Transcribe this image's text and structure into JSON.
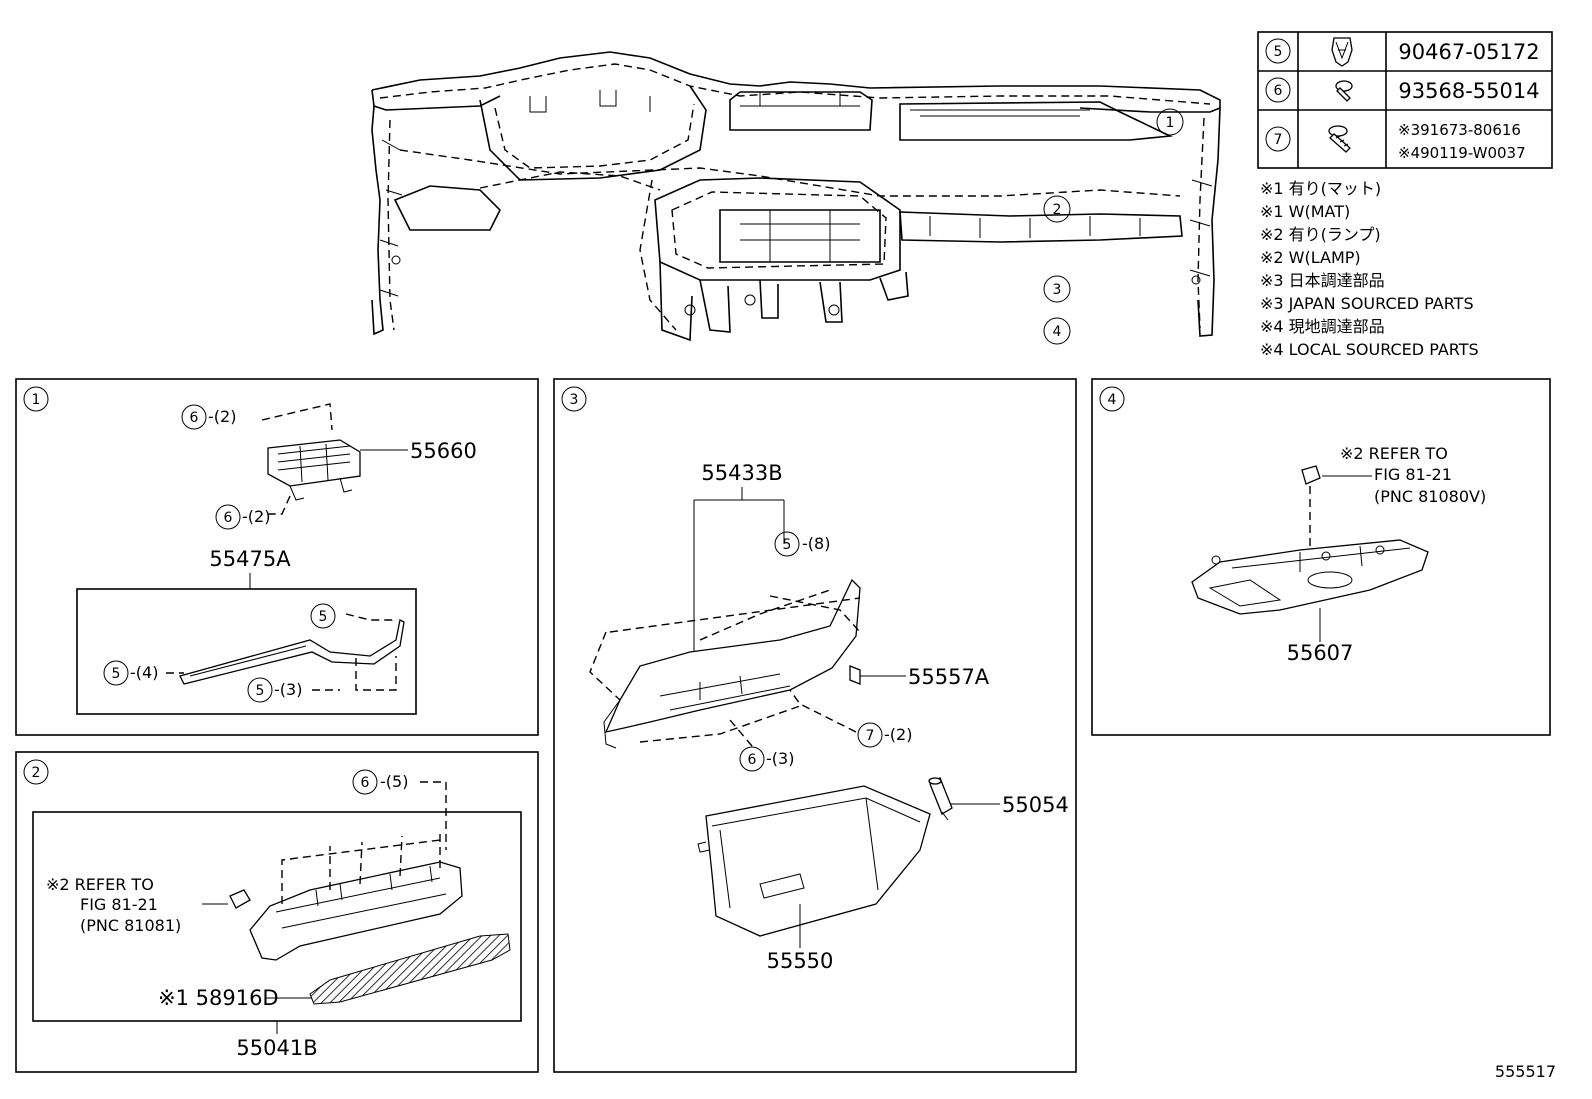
{
  "fasteners": [
    {
      "ref": "5",
      "part": "90467-05172",
      "icon": "clip-icon"
    },
    {
      "ref": "6",
      "part": "93568-55014",
      "icon": "screw-icon"
    },
    {
      "ref": "7",
      "part_lines": [
        "※391673-80616",
        "※490119-W0037"
      ],
      "icon": "bolt-icon"
    }
  ],
  "notes": [
    "※1 有り(マット)",
    "※1 W(MAT)",
    "※2 有り(ランプ)",
    "※2 W(LAMP)",
    "※3 日本調達部品",
    "※3 JAPAN SOURCED PARTS",
    "※4 現地調達部品",
    "※4 LOCAL SOURCED PARTS"
  ],
  "overview": {
    "callouts": [
      "1",
      "2",
      "3",
      "4"
    ]
  },
  "panel1": {
    "id": "1",
    "part_55660": "55660",
    "part_55475A": "55475A",
    "c6_top": "6",
    "q6_top": "-(2)",
    "c6_bot": "6",
    "q6_bot": "-(2)",
    "c5_a": "5",
    "c5_b": "5",
    "q5_b": "-(4)",
    "c5_c": "5",
    "q5_c": "-(3)"
  },
  "panel2": {
    "id": "2",
    "c6": "6",
    "q6": "-(5)",
    "refer_line1": "※2 REFER TO",
    "refer_line2": "FIG 81-21",
    "refer_line3": "(PNC 81081)",
    "part_58916D": "※1 58916D",
    "part_55041B": "55041B"
  },
  "panel3": {
    "id": "3",
    "part_55433B": "55433B",
    "c5": "5",
    "q5": "-(8)",
    "part_55557A": "55557A",
    "c7": "7",
    "q7": "-(2)",
    "c6": "6",
    "q6": "-(3)",
    "part_55054": "55054",
    "part_55550": "55550"
  },
  "panel4": {
    "id": "4",
    "refer_line1": "※2 REFER TO",
    "refer_line2": "FIG 81-21",
    "refer_line3": "(PNC 81080V)",
    "part_55607": "55607"
  },
  "figure_id": "555517"
}
